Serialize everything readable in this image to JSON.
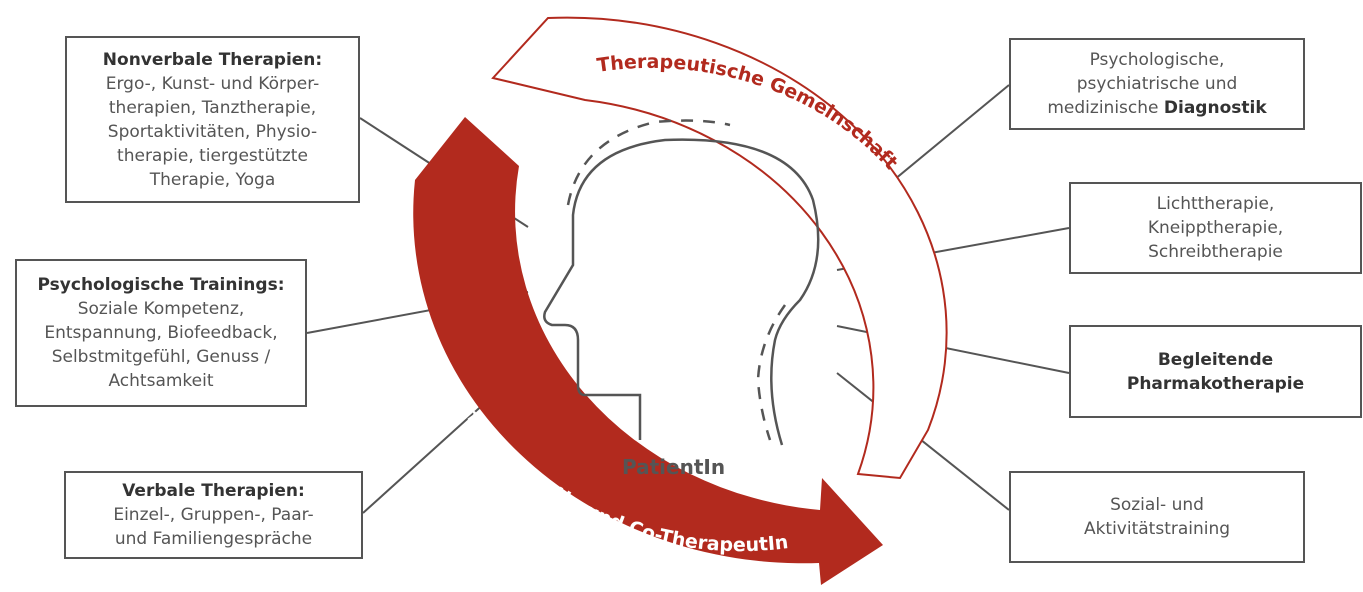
{
  "colors": {
    "accent": "#b22a1e",
    "line": "#555555",
    "text": "#4a4a4a"
  },
  "center_label": "PatientIn",
  "outer_arc_label": "Therapeutische Gemeinschaft",
  "inner_arc_label": "PsychotherapeutIn und Co-TherapeutIn",
  "left_boxes": [
    {
      "title": "Nonverbale Therapien:",
      "lines": [
        "Ergo-, Kunst- und Körper-",
        "therapien,  Tanztherapie,",
        "Sportaktivitäten, Physio-",
        "therapie, tiergestützte",
        "Therapie, Yoga"
      ]
    },
    {
      "title": "Psychologische Trainings:",
      "lines": [
        "Soziale Kompetenz,",
        "Entspannung, Biofeedback,",
        "Selbstmitgefühl, Genuss /",
        "Achtsamkeit"
      ]
    },
    {
      "title": "Verbale Therapien:",
      "lines": [
        "Einzel-, Gruppen-, Paar-",
        "und Familiengespräche"
      ]
    }
  ],
  "right_boxes": [
    {
      "lines": [
        "Psychologische,",
        "psychiatrische und"
      ],
      "last_plain": "medizinische ",
      "last_bold": "Diagnostik"
    },
    {
      "lines": [
        "Lichttherapie,",
        "Kneipptherapie,",
        "Schreibtherapie"
      ]
    },
    {
      "bold_lines": [
        "Begleitende",
        "Pharmakotherapie"
      ]
    },
    {
      "plain_lines": [
        "Sozial- und",
        "Aktivitätstraining"
      ]
    }
  ]
}
